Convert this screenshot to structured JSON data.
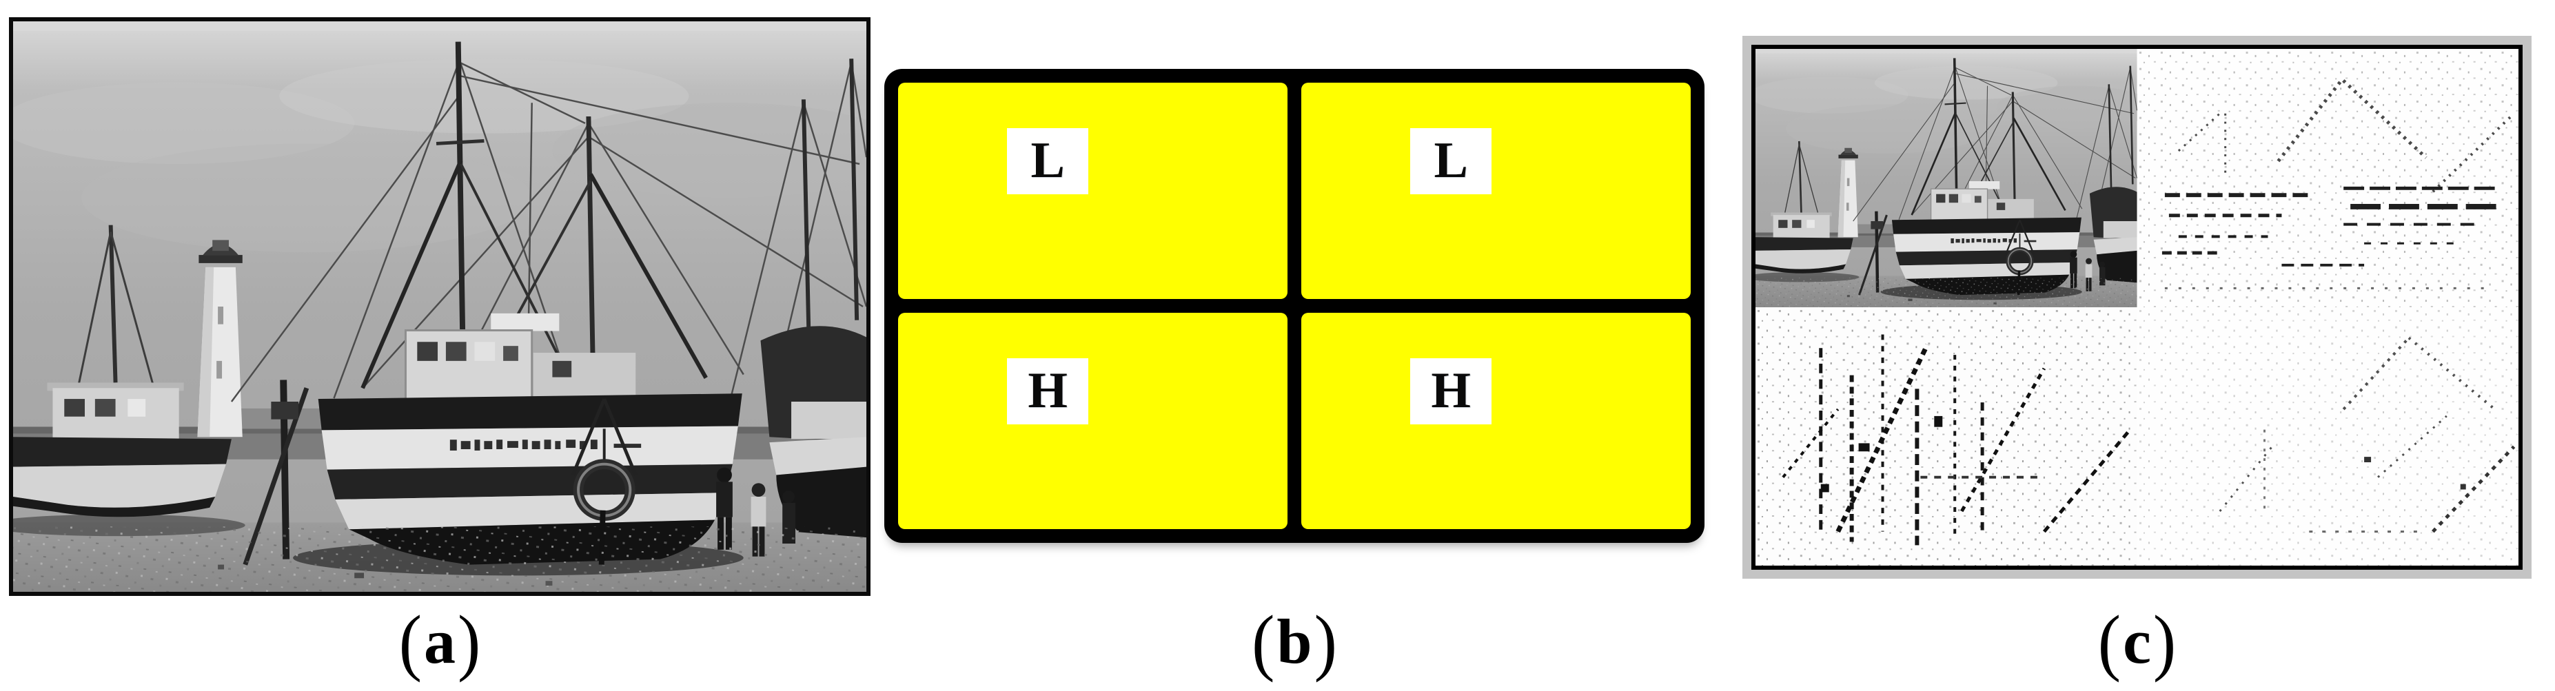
{
  "colors": {
    "page_bg": "#ffffff",
    "subband_yellow": "#ffff00",
    "diagram_border": "#000000",
    "frame_gray": "#c4c4c4",
    "caption_text": "#000000"
  },
  "panel_a": {
    "caption": {
      "open": "(",
      "letter": "a",
      "close": ")"
    }
  },
  "panel_b": {
    "caption": {
      "open": "(",
      "letter": "b",
      "close": ")"
    },
    "cells": [
      {
        "position": "top-left",
        "letter": "L"
      },
      {
        "position": "top-right",
        "letter": "L"
      },
      {
        "position": "bottom-left",
        "letter": "H"
      },
      {
        "position": "bottom-right",
        "letter": "H"
      }
    ]
  },
  "panel_c": {
    "caption": {
      "open": "(",
      "letter": "c",
      "close": ")"
    }
  }
}
